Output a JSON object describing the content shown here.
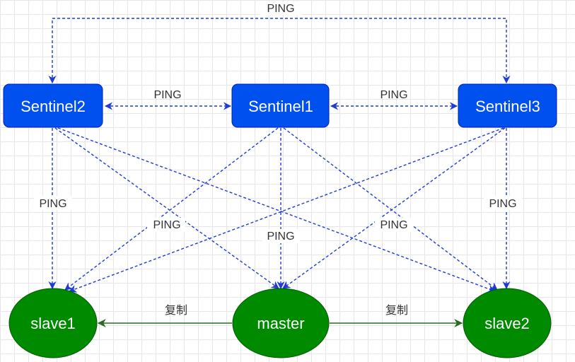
{
  "colors": {
    "sentinel_fill": "#0050ef",
    "sentinel_stroke": "#001dbc",
    "redis_fill": "#008a00",
    "redis_stroke": "#005700",
    "ping_edge": "#1f3bd1",
    "replication_edge": "#2b6b22",
    "label_text": "#333333",
    "node_text": "#ffffff"
  },
  "nodes": {
    "sentinel1": "Sentinel1",
    "sentinel2": "Sentinel2",
    "sentinel3": "Sentinel3",
    "master": "master",
    "slave1": "slave1",
    "slave2": "slave2"
  },
  "edges": {
    "ping_top": "PING",
    "ping_s2_s1": "PING",
    "ping_s1_s3": "PING",
    "ping_s2_slave1": "PING",
    "ping_s1_slave1": "PING",
    "ping_s1_master": "PING",
    "ping_s1_slave2": "PING",
    "ping_s3_slave2": "PING",
    "replicate_left": "复制",
    "replicate_right": "复制"
  }
}
